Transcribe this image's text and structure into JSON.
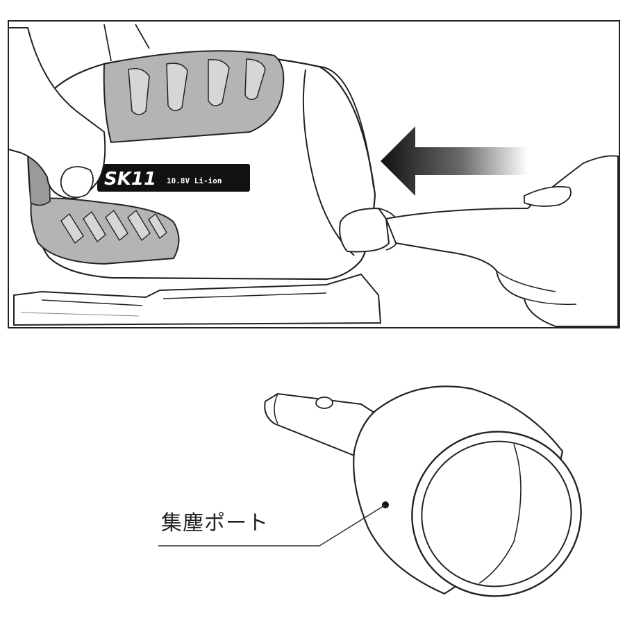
{
  "label": {
    "dust_port": "集塵ポート"
  },
  "product": {
    "brand": "SK11",
    "spec": "10.8V Li-ion"
  },
  "colors": {
    "line": "#222222",
    "grip": "#b4b4b4",
    "grip_dark": "#8c8c8c"
  },
  "icons": [
    "arrow-left-icon"
  ]
}
